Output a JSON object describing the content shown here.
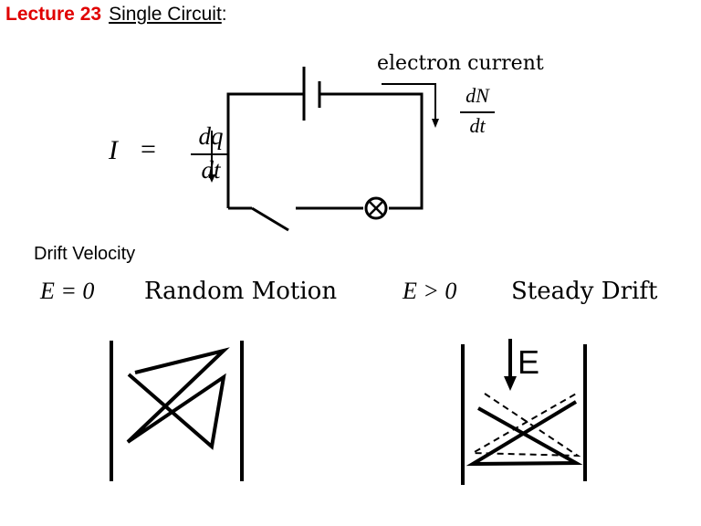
{
  "header": {
    "lecture": "Lecture 23",
    "title": "Single Circuit",
    "colon": ":"
  },
  "circuit": {
    "current_symbol": "I",
    "equals": "=",
    "dq": "dq",
    "dt": "dt",
    "electron_current_label": "electron current",
    "dN": "dN",
    "dt2": "dt",
    "components": [
      "battery-icon",
      "switch-icon",
      "bulb-icon"
    ]
  },
  "drift": {
    "heading": "Drift Velocity",
    "left_eq": "E = 0",
    "left_desc": "Random Motion",
    "right_eq": "E > 0",
    "right_desc": "Steady Drift",
    "field_label": "E"
  }
}
